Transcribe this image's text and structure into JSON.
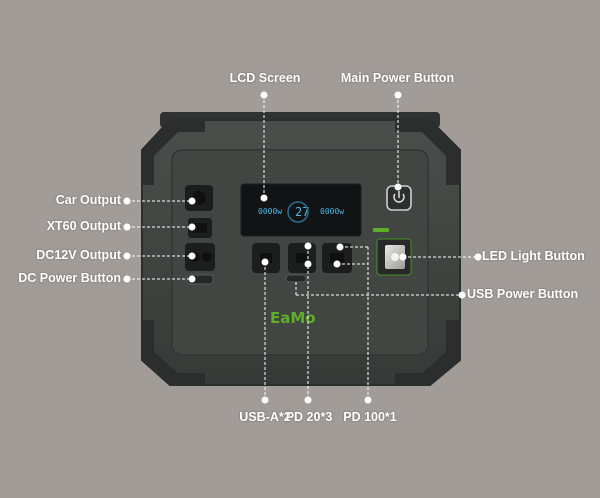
{
  "labels": {
    "lcd_screen": "LCD Screen",
    "main_power_button": "Main Power Button",
    "car_output": "Car Output",
    "xt60_output": "XT60 Output",
    "dc12v_output": "DC12V Output",
    "dc_power_button": "DC Power Button",
    "led_light_button": "LED Light Button",
    "usb_power_button": "USB Power Button",
    "usb_a": "USB-A*2",
    "pd20": "PD 20*3",
    "pd100": "PD 100*1"
  },
  "lcd": {
    "left_readout": "0000w",
    "center_readout": "27",
    "right_readout": "0000w"
  },
  "brand_logo": "EaMo",
  "icons": {
    "power": "power-icon",
    "led": "lamp-icon"
  },
  "colors": {
    "background": "#a29c99",
    "device_body": "#3e423f",
    "device_edge": "#2a2d2b",
    "lcd": "#111315",
    "lcd_text": "#4fb6e6",
    "brand": "#5fae2a",
    "callout_dot": "#ffffff",
    "callout_line": "#ffffff"
  }
}
